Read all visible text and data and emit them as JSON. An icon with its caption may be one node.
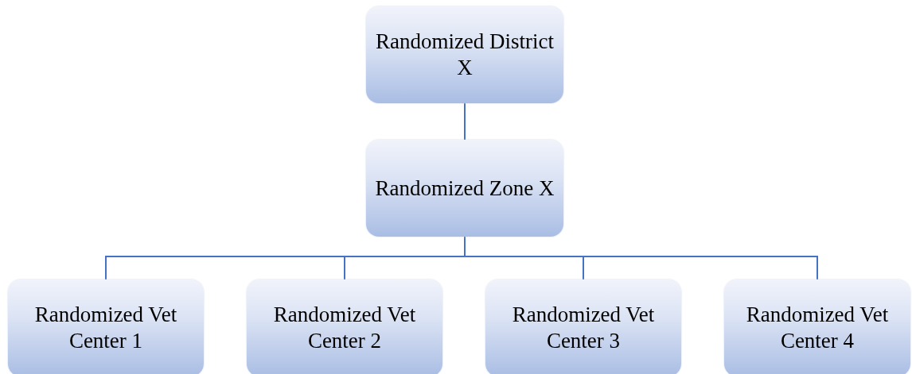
{
  "diagram": {
    "nodes": [
      {
        "text": [
          "Randomized District X"
        ]
      },
      {
        "text": [
          "Randomized Zone X"
        ]
      },
      {
        "text": [
          "Randomized Vet Center 1"
        ]
      },
      {
        "text": [
          "Randomized Vet Center 2"
        ]
      },
      {
        "text": [
          "Randomized Vet Center 3"
        ]
      },
      {
        "text": [
          "Randomized Vet Center 4"
        ]
      }
    ],
    "edges": [
      {
        "from": 0,
        "to": 1,
        "arrow": "none"
      },
      {
        "from": 1,
        "to": 2,
        "arrow": "none"
      },
      {
        "from": 1,
        "to": 3,
        "arrow": "none"
      },
      {
        "from": 1,
        "to": 4,
        "arrow": "none"
      },
      {
        "from": 1,
        "to": 5,
        "arrow": "none"
      }
    ]
  }
}
